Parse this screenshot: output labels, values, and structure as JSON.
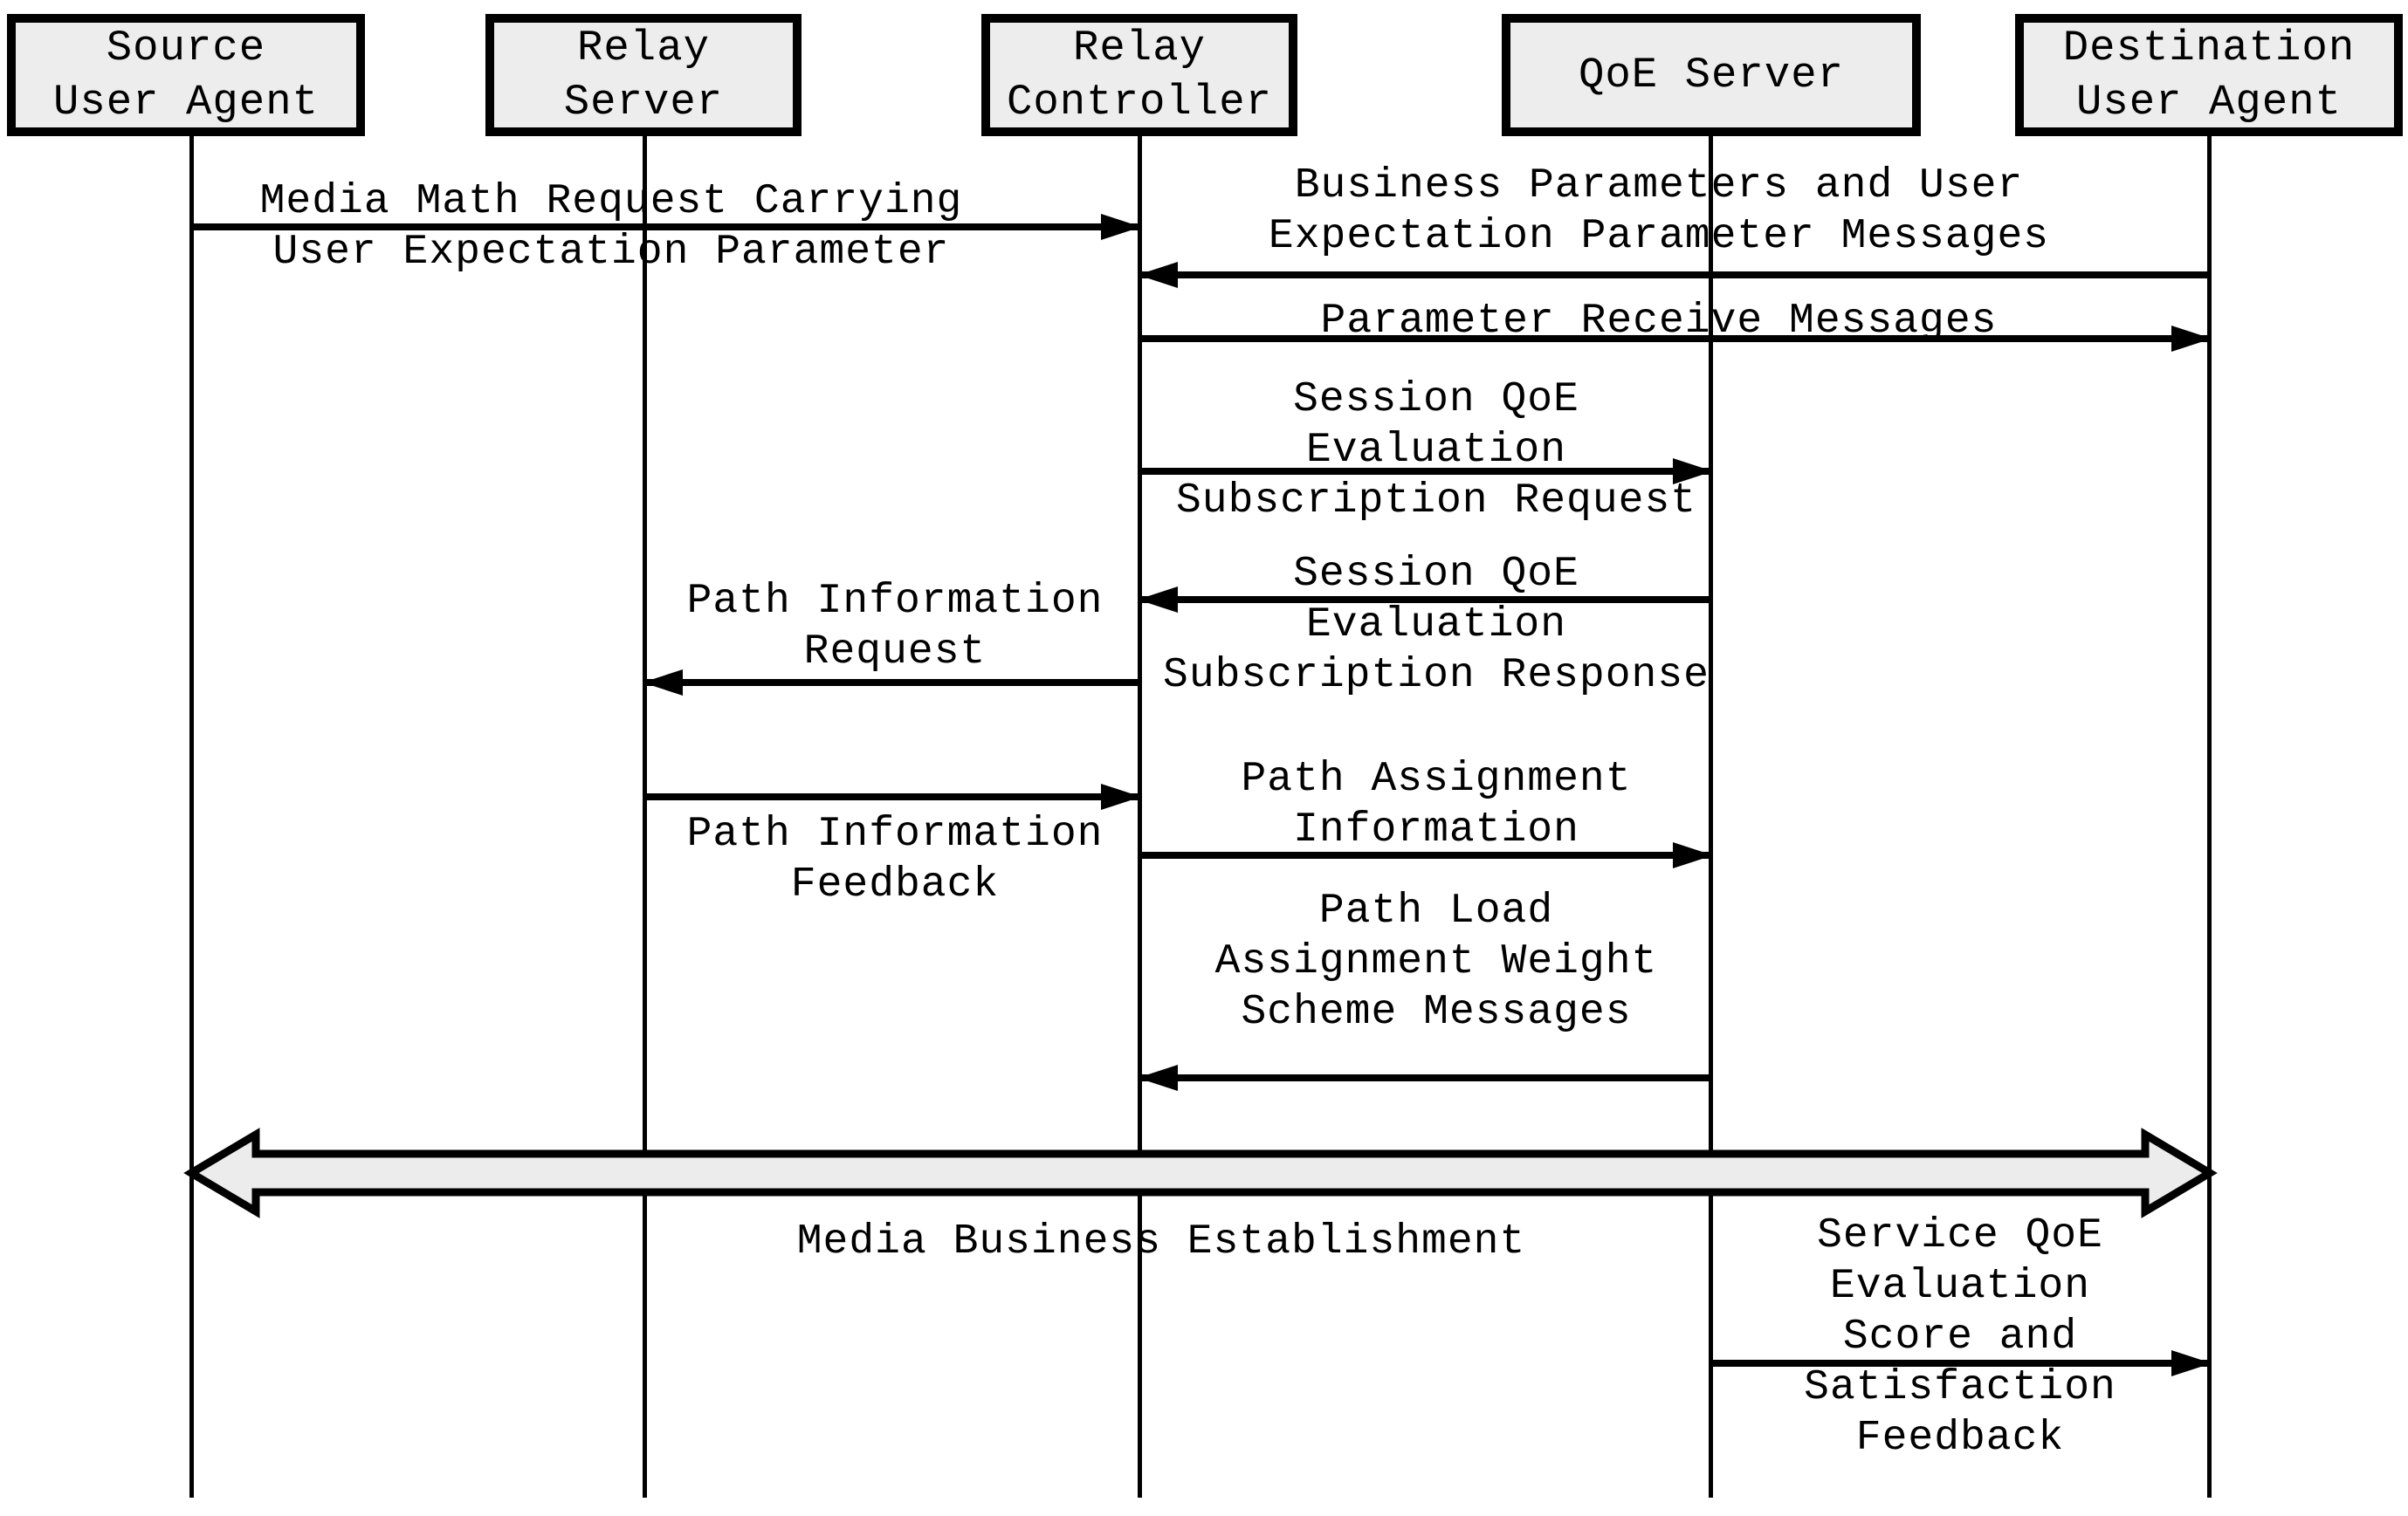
{
  "diagram": {
    "title": "QoE media relay signalling sequence",
    "colors": {
      "background": "#ffffff",
      "line": "#000000",
      "box_fill": "#ededed",
      "band_fill": "#ececec"
    },
    "actors": [
      {
        "id": "source-user-agent",
        "label": "Source\nUser Agent"
      },
      {
        "id": "relay-server",
        "label": "Relay\nServer"
      },
      {
        "id": "relay-controller",
        "label": "Relay\nController"
      },
      {
        "id": "qoe-server",
        "label": "QoE Server"
      },
      {
        "id": "destination-user-agent",
        "label": "Destination\nUser Agent"
      }
    ],
    "messages": [
      {
        "label": "Media Math Request Carrying\nUser Expectation Parameter",
        "from": "Source User Agent",
        "to": "Relay Controller",
        "direction": "right"
      },
      {
        "label": "Business Parameters and User\nExpectation Parameter Messages",
        "from": "Destination User Agent",
        "to": "Relay Controller",
        "direction": "left"
      },
      {
        "label": "Parameter Receive Messages",
        "from": "Relay Controller",
        "to": "Destination User Agent",
        "direction": "right"
      },
      {
        "label": "Session QoE\nEvaluation\nSubscription Request",
        "from": "Relay Controller",
        "to": "QoE Server",
        "direction": "right"
      },
      {
        "label": "Session QoE\nEvaluation\nSubscription Response",
        "from": "QoE Server",
        "to": "Relay Controller",
        "direction": "left"
      },
      {
        "label": "Path Information\nRequest",
        "from": "Relay Controller",
        "to": "Relay Server",
        "direction": "left"
      },
      {
        "label": "Path Information\nFeedback",
        "from": "Relay Server",
        "to": "Relay Controller",
        "direction": "right"
      },
      {
        "label": "Path Assignment\nInformation",
        "from": "Relay Controller",
        "to": "QoE Server",
        "direction": "right"
      },
      {
        "label": "Path Load\nAssignment Weight\nScheme Messages",
        "from": "QoE Server",
        "to": "Relay Controller",
        "direction": "left"
      },
      {
        "label": "Service QoE\nEvaluation\nScore and\nSatisfaction\nFeedback",
        "from": "QoE Server",
        "to": "Destination User Agent",
        "direction": "right"
      }
    ],
    "establishment_band": {
      "label": "Media Business Establishment",
      "from": "Source User Agent",
      "to": "Destination User Agent",
      "direction": "both"
    }
  }
}
